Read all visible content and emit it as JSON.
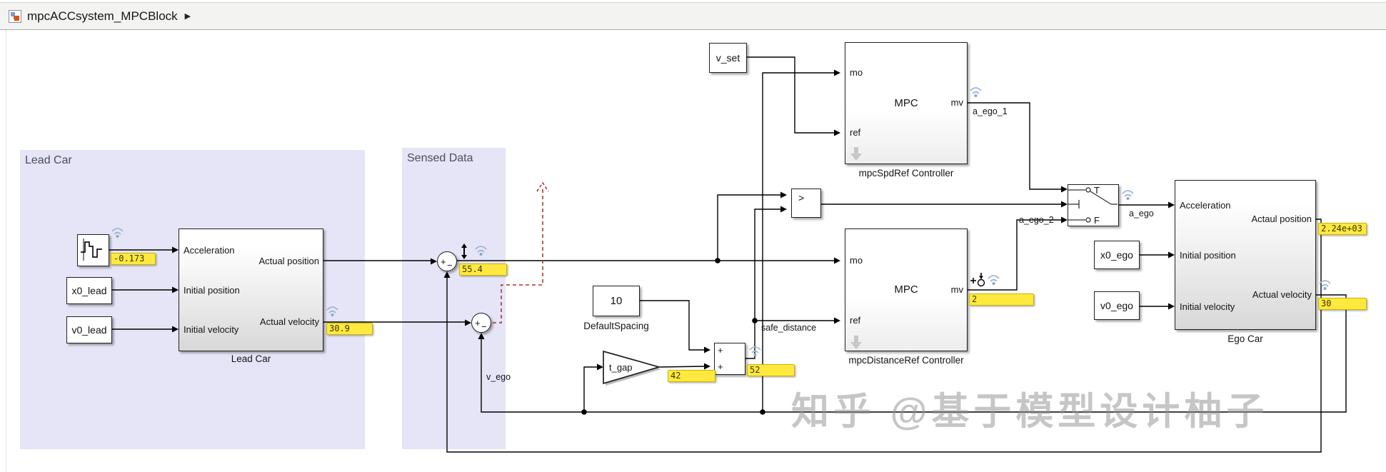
{
  "title_bar": {
    "model_name": "mpcACCsystem_MPCBlock",
    "caret": "▶"
  },
  "regions": {
    "lead_car": "Lead Car",
    "sensed_data": "Sensed Data"
  },
  "blocks": {
    "x0_lead": "x0_lead",
    "v0_lead": "v0_lead",
    "v_set": "v_set",
    "x0_ego": "x0_ego",
    "v0_ego": "v0_ego",
    "constant": {
      "value": "10",
      "caption": "DefaultSpacing"
    },
    "gain": {
      "label": "t_gap"
    },
    "lead_car": {
      "caption": "Lead Car",
      "in": [
        "Acceleration",
        "Initial position",
        "Initial velocity"
      ],
      "out": [
        "Actual position",
        "Actual velocity"
      ]
    },
    "ego_car": {
      "caption": "Ego Car",
      "in": [
        "Acceleration",
        "Initial position",
        "Initial velocity"
      ],
      "out": [
        "Actaul position",
        "Actual velocity"
      ]
    },
    "mpc_spd": {
      "mo": "mo",
      "ref": "ref",
      "name": "MPC",
      "mv": "mv",
      "caption": "mpcSpdRef Controller"
    },
    "mpc_dist": {
      "mo": "mo",
      "ref": "ref",
      "name": "MPC",
      "mv": "mv",
      "caption": "mpcDistanceRef Controller"
    },
    "relational": {
      "op": ">"
    },
    "switch": {
      "true_label": "T",
      "false_label": "F"
    },
    "sum1": {
      "plus": "+",
      "minus": "−"
    },
    "sum2": {
      "plus": "+",
      "minus": "−"
    },
    "sum_add": {
      "plus1": "+",
      "plus2": "+"
    }
  },
  "wire_labels": {
    "v_ego": "v_ego",
    "safe_distance": "safe_distance",
    "a_ego": "a_ego",
    "a_ego_1": "a_ego_1",
    "a_ego_2": "a_ego_2"
  },
  "value_displays": {
    "lead_accel": "-0.173",
    "relative_distance": "55.4",
    "lead_velocity": "30.9",
    "gain_out": "42",
    "safe_distance": "52",
    "mpc_dist_mv": "2",
    "ego_position": "2.24e+03",
    "ego_velocity": "30"
  },
  "watermark": "知乎 @基于模型设计柚子",
  "colors": {
    "region_fill": "#e5e5f7",
    "tag_fill": "#ffe93e",
    "tag_border": "#cdb400",
    "error_line": "#b03232",
    "wifi_icon": "#9fb6d4"
  }
}
